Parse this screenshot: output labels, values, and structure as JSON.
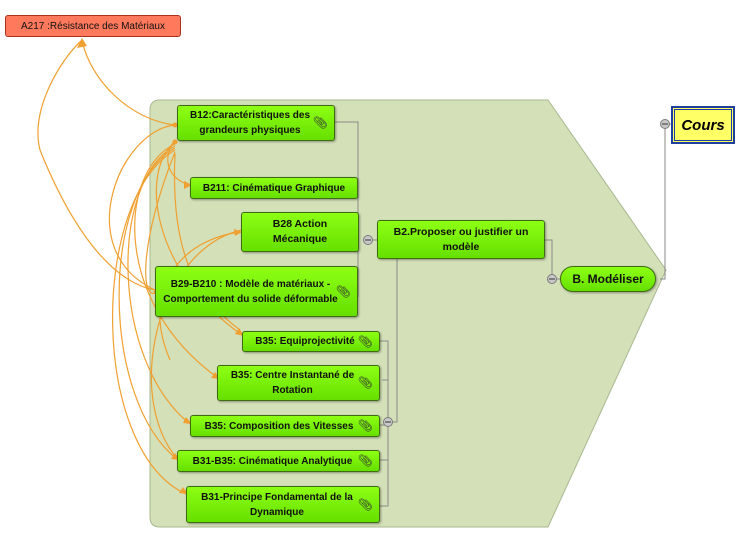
{
  "root": {
    "label": "Cours"
  },
  "external_link": {
    "label": "A217 :Résistance des Matériaux"
  },
  "main_branch": {
    "label": "B. Modéliser"
  },
  "sub_branch": {
    "label": "B2.Proposer ou justifier un modèle"
  },
  "group_top": [
    {
      "label": "B12:Caractéristiques des grandeurs physiques",
      "attachment": true
    },
    {
      "label": "B211: Cinématique Graphique",
      "attachment": false
    },
    {
      "label": "B28 Action Mécanique",
      "attachment": false
    },
    {
      "label": "B29-B210 : Modèle de matériaux - Comportement du solide déformable",
      "attachment": true
    }
  ],
  "group_bottom": [
    {
      "label": "B35: Equiprojectivité",
      "attachment": true
    },
    {
      "label": "B35: Centre Instantané de Rotation",
      "attachment": true
    },
    {
      "label": "B35: Composition des Vitesses",
      "attachment": true
    },
    {
      "label": "B31-B35: Cinématique Analytique",
      "attachment": true
    },
    {
      "label": "B31-Principe Fondamental de la Dynamique",
      "attachment": true
    }
  ],
  "icons": {
    "attachment": "paperclip-icon",
    "collapse": "minus-circle-icon"
  },
  "colors": {
    "node_fill": "#7cfc00",
    "boundary_fill": "#d4e0b8",
    "relationship_line": "#f0a030",
    "root_fill": "#ffff66",
    "external_fill": "#ff7a5c"
  }
}
